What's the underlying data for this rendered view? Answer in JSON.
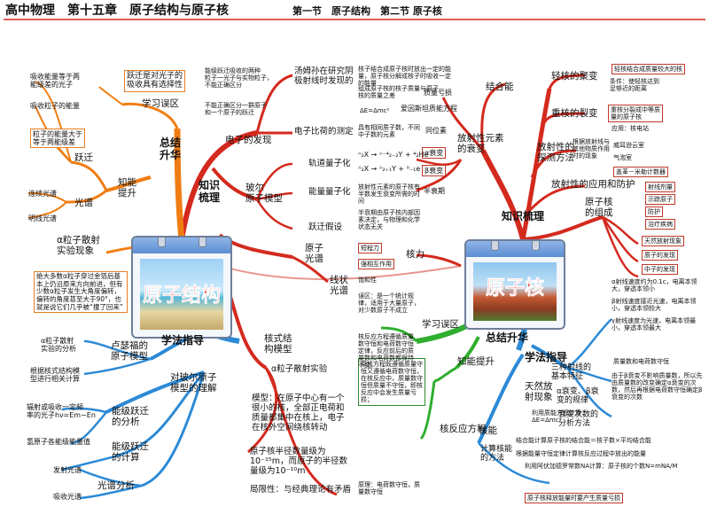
{
  "title": "高中物理　第十五章　原子结构与原子核",
  "subtitle": "第一节　原子结构　第二节 原子核",
  "center_left": "原子结构",
  "center_right": "原子核",
  "colors": {
    "red": "#d42a1e",
    "orange": "#f07d13",
    "blue": "#2c8ad6",
    "green": "#2fae2f",
    "dark": "#111111"
  },
  "left": {
    "summary": "总结\n升华",
    "knowledge": "知识\n梳理",
    "method": "学法指导",
    "review": "学习误区",
    "improve": "知能\n提升",
    "jump": "跃迁",
    "spectrum": "光谱",
    "scatter": "α粒子散射\n实验现象",
    "rutherford": "卢瑟福的\n原子模型",
    "bohr_understand": "对玻尔原子\n模型的理解",
    "level_jump": "能级跃迁\n的分析",
    "level_calc": "能级跃迁\n的计算",
    "spec_analysis": "光谱分析",
    "electron": "电子的发现",
    "bohr": "玻尔\n原子模型",
    "atom_spec": "原子\n光谱",
    "line_spec": "线状\n光谱",
    "nuclear": "核式结\n构模型",
    "thomson": "汤姆孙在研究阴\n极射线时发现的",
    "charge": "电子比荷的测定",
    "orbit": "轨道量子化",
    "energy": "能量量子化",
    "hypo": "跃迁假设",
    "alpha_exp": "α粒子散射实验",
    "model_text": "模型：在原子中心有一个很小的核，全部正电荷和质量都集中在核上，电子在核外空间绕核转动",
    "size_text": "原子核半径数量级为10⁻¹⁵m，而原子的半径数量级为10⁻¹⁰m",
    "limit": "局限性：与经典理论有矛盾",
    "review_box": "跃迁是对光子的\n吸收具有选择性",
    "review_note1": "能级跃迁吸收的两种\n粒子一光子与实物粒子，\n不能正确区分",
    "review_note2": "不能正确区分一群原子\n和一个原子的跃迁",
    "leaf_absorb_eq": "吸收能量等于两\n能级差的光子",
    "leaf_absorb_ke": "吸收粒子的能量",
    "leaf_absorb_ge": "粒子的能量大于\n等于两能级差",
    "leaf_cont": "连续光谱",
    "leaf_bright": "明线光谱",
    "scatter_box": "绝大多数α粒子穿过金箔后基本上仍沿原来方向前进，但有少数α粒子发生大角度偏转，偏转的角度甚至大于90°，也就是说它们几乎被“撞了回来”",
    "leaf_alpha_anal": "α粒子散射\n实验的分析",
    "leaf_model_calc": "根据核式结构模\n型进行相关计算",
    "leaf_rad_formula": "辐射或吸收一定频\n率的光子hν=Em−En",
    "leaf_hydrogen": "氢原子各能级能量值",
    "leaf_emit": "发射光谱",
    "leaf_abs_spec": "吸收光谱"
  },
  "right": {
    "knowledge": "知识梳理",
    "summary": "总结升华",
    "method": "学法指导",
    "review": "学习误区",
    "improve": "知能提升",
    "fission": "轻核的聚变",
    "heavy": "重核的裂变",
    "radio_detect": "放射性的\n探测方法",
    "radio_use": "放射性的应用和防护",
    "composition": "原子核\n的组成",
    "decay": "放射性元素\n的衰变",
    "binding": "结合能",
    "core": "核力",
    "nuc_eq": "核反应方程",
    "nuclear_energy": "核能",
    "three_rays": "三种射线的\n基本特征",
    "ab_decay": "α衰变、β衰\n变的规律",
    "nat_decay": "天然放\n射现象",
    "decay_anal": "衰变次数的\n分析方法",
    "calc_method": "计算核能\n的方法",
    "fusion_cond": "轻核结合成质量较大的核",
    "fusion_cond2": "条件：使轻核达到\n足够近的距离",
    "heavy_split": "重核分裂成中等质\n量的原子核",
    "reactor": "应用：核电站",
    "wilson": "威耳逊云室",
    "bubble": "气泡室",
    "counter": "盖革－米勒计数器",
    "cloud_note": "根据放射线与\n其他物质作用\n时的现象",
    "tracer": "示踪原子",
    "nat_radio": "天然放射现象",
    "proton": "质子的发现",
    "neutron": "中子的发现",
    "alpha_decay": "α衰变",
    "beta_decay": "β衰变",
    "half_life": "半衰期",
    "mass_loss": "质量亏损",
    "einstein": "爱因斯坦质能方程",
    "short_range": "短程力",
    "strong": "强相互作用",
    "saturation": "饱和性",
    "binding_note": "核子结合成原子核时放出一定的能量，原子核分解成核子时吸收一定的能量",
    "binding_note2": "组成原子核的核子质量与原子核的质量之差",
    "emc": "ΔE=Δmc²",
    "decay_eq1": "ᴬ₂X → ᴬ⁻⁴₂₋₂Y + ⁴₂He",
    "decay_eq2": "ᴬ₂X → ᴬ₂₊₁Y + ⁰₋₁e",
    "half_note": "放射性元素的原子核有半数发生衰变所需的时间",
    "half_note2": "半衰期由原子核内部因素决定，与物理和化学状态无关",
    "iso": "同位素",
    "iso_note": "具有相同质子数，不同中子数的元素",
    "misc1": "误区：是一个统计规律，适用于大量原子，对少数原子不成立",
    "radio_dose": "射线剂量",
    "protect": "防护",
    "cure": "治疗疾病",
    "green_box": "原核方程既遵循质量守恒又遵循电荷数守恒，在核反应中，质量数守恒但质量不守恒，即核反应中会发生质量亏损；",
    "green_box2": "核反应方程遵循质量数守恒和电荷数守恒定律，反应前后的质量数和电荷数都保持不变。",
    "green_box3": "原理：电荷数守恒，质量数守恒",
    "right_ray1": "α射线速度约为0.1c，电离本领大，穿透本领小",
    "right_ray2": "β射线速度接近光速，电离本领小，穿透本领较大",
    "right_ray3": "γ射线速度为光速，电离本领最小，穿透本领最大",
    "decay_rule": "质量数和电荷数守恒",
    "decay_rule2": "由于β衰变不影响质量数，所以先由质量数的改变确定α衰变的次数，然后再根据电荷数守恒确定β衰变的次数",
    "mass_note": "利用质能方程计算：ΔE=Δmc²",
    "avg_note": "结合能计算原子核的结合能＝核子数×平均结合能",
    "calc_note": "根据能量守恒定律计算核反应过程中放出的能量",
    "avogadro": "利用阿伏加德罗常数NA计算：原子核的个数N=mNA/M",
    "final": "原子核释放能量时要产生质量亏损"
  }
}
